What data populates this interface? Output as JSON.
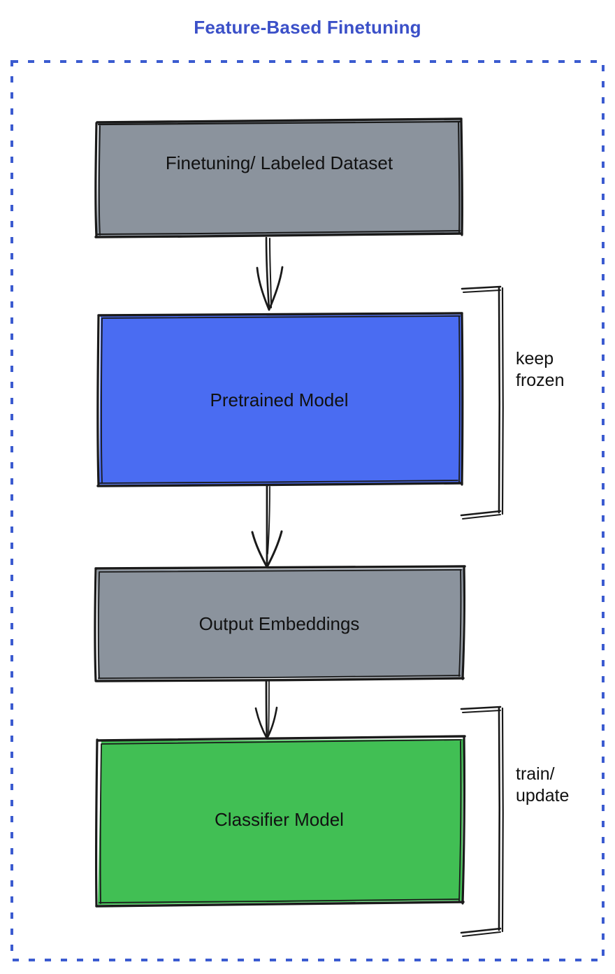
{
  "diagram": {
    "title": "Feature-Based Finetuning",
    "title_color": "#3b50c8",
    "frame": {
      "name": "dashed-container",
      "style": "dashed",
      "color": "#3b5bd0"
    },
    "nodes": [
      {
        "id": "dataset",
        "label": "Finetuning/ Labeled Dataset",
        "fill": "#8b939d",
        "stroke": "#1a1a1a",
        "shape": "rectangle"
      },
      {
        "id": "pretrained",
        "label": "Pretrained Model",
        "fill": "#4a6cf2",
        "stroke": "#1a1a1a",
        "shape": "rectangle"
      },
      {
        "id": "embeddings",
        "label": "Output Embeddings",
        "fill": "#8b939d",
        "stroke": "#1a1a1a",
        "shape": "rectangle"
      },
      {
        "id": "classifier",
        "label": "Classifier Model",
        "fill": "#41bf54",
        "stroke": "#1a1a1a",
        "shape": "rectangle"
      }
    ],
    "edges": [
      {
        "id": "dataset-to-pretrained",
        "from": "dataset",
        "to": "pretrained",
        "arrow": "down"
      },
      {
        "id": "pretrained-to-embeddings",
        "from": "pretrained",
        "to": "embeddings",
        "arrow": "down"
      },
      {
        "id": "embeddings-to-classifier",
        "from": "embeddings",
        "to": "classifier",
        "arrow": "down"
      }
    ],
    "annotations": [
      {
        "id": "keep-frozen",
        "label": "keep\nfrozen",
        "target": "pretrained",
        "bracket": "right"
      },
      {
        "id": "train-update",
        "label": "train/\nupdate",
        "target": "classifier",
        "bracket": "right"
      }
    ]
  }
}
